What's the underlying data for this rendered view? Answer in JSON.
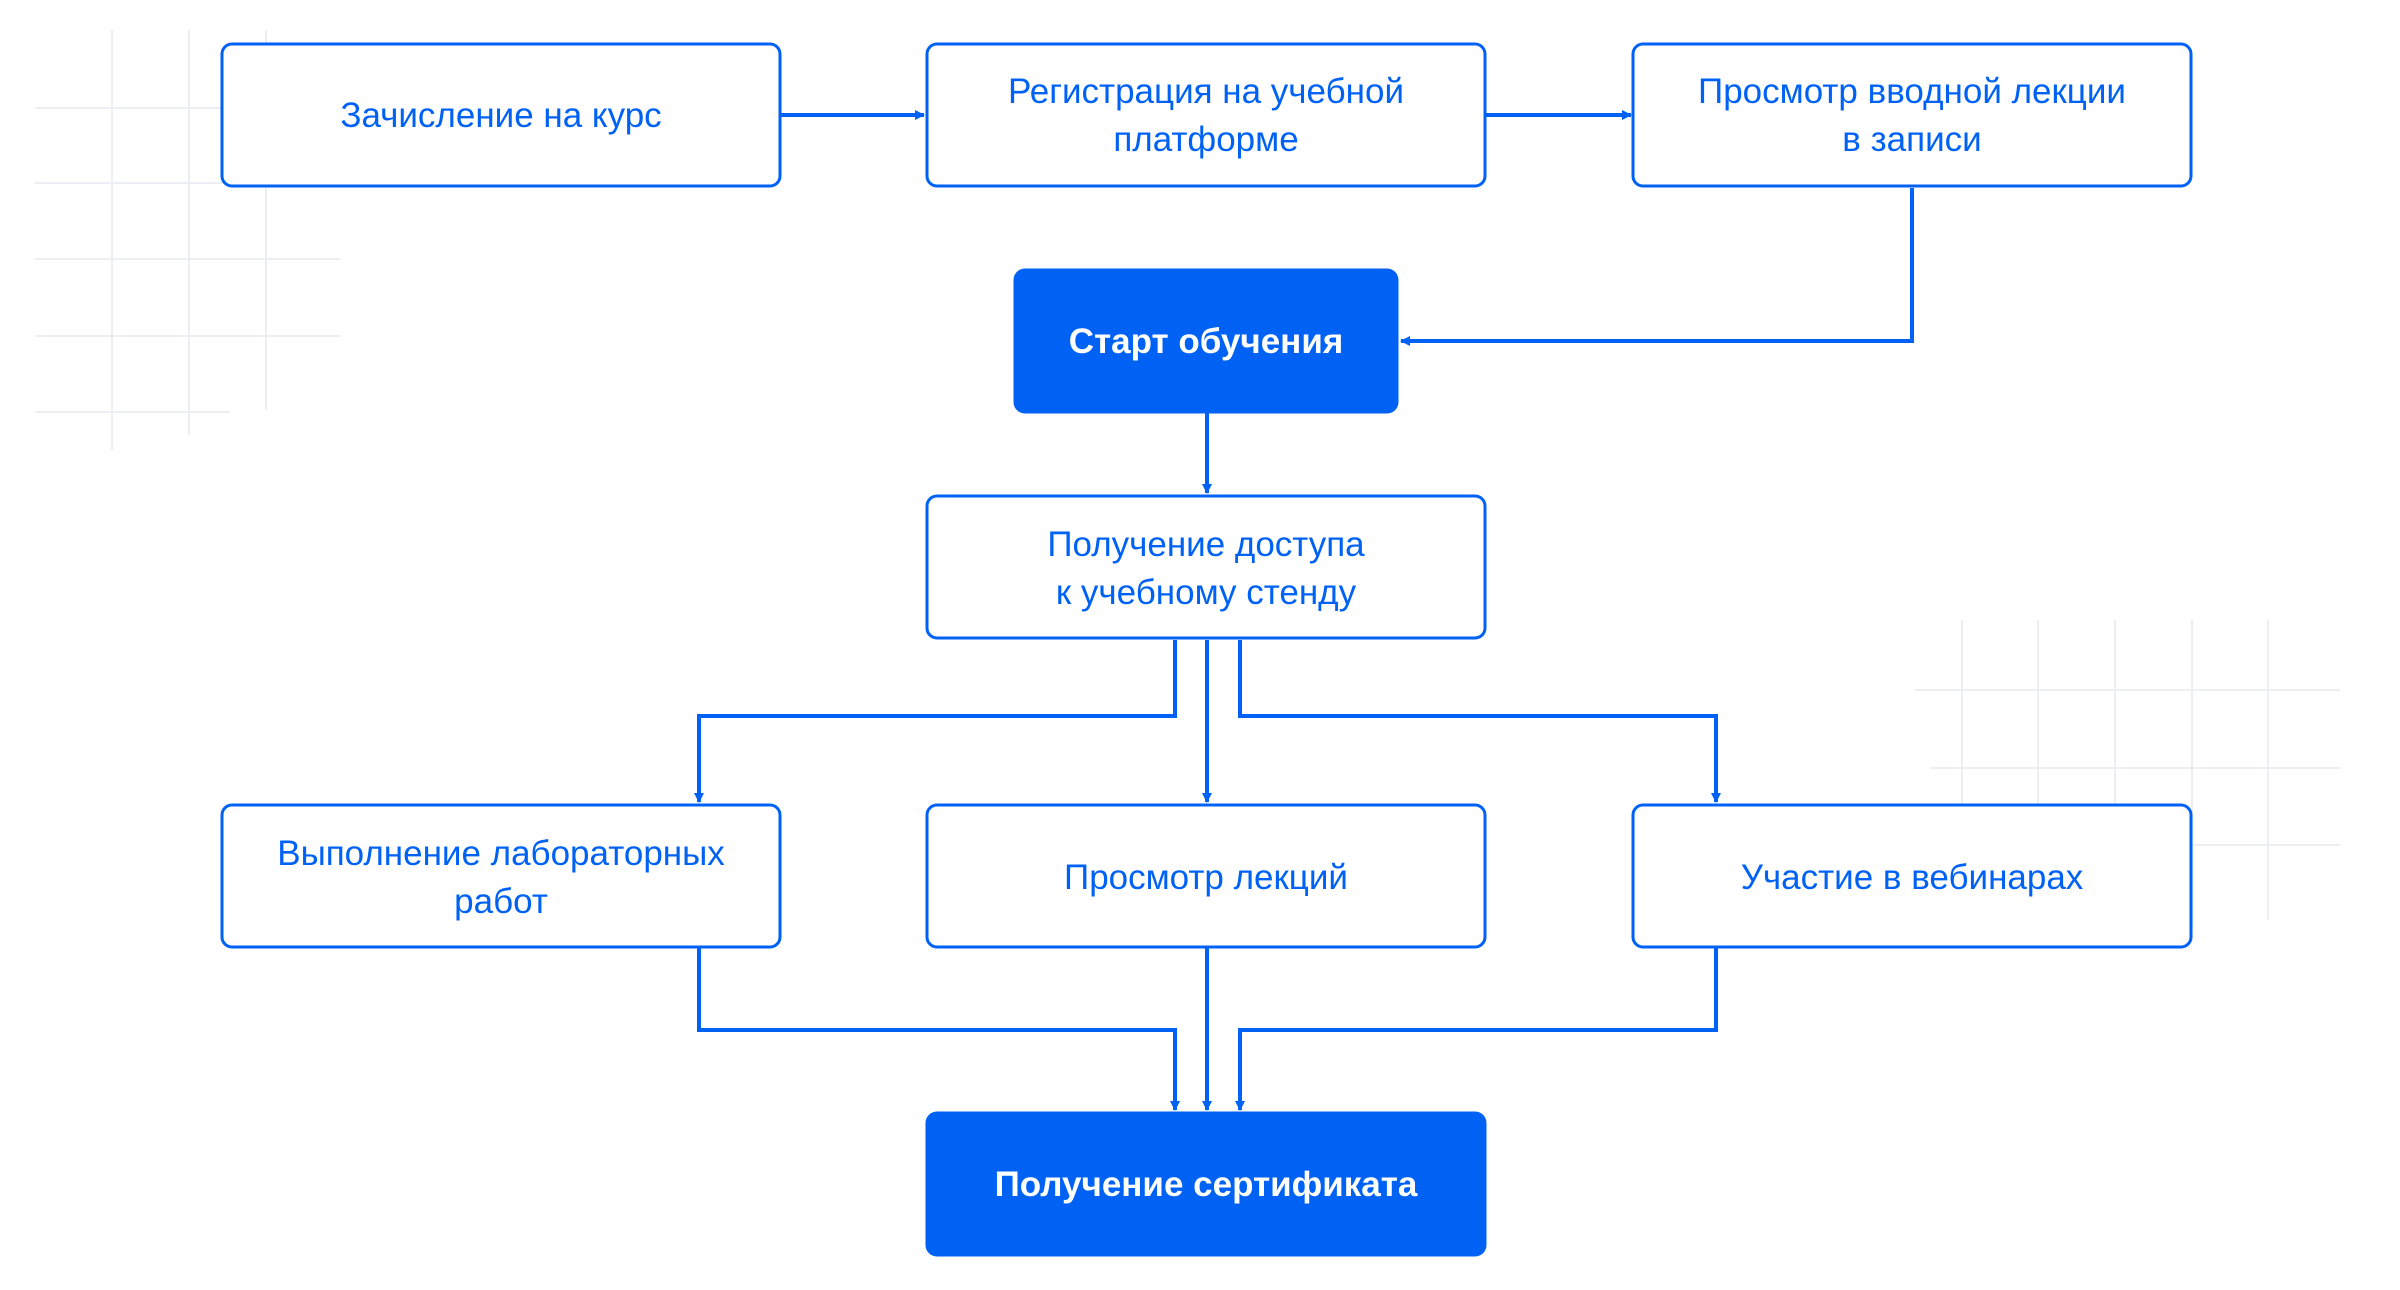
{
  "colors": {
    "accent": "#0062F5",
    "filled_text": "#FFFFFF",
    "box_fill": "#FFFFFF",
    "grid": "#ECEEF4"
  },
  "nodes": {
    "enrollment": {
      "lines": [
        "Зачисление на курс"
      ],
      "style": "outline"
    },
    "registration": {
      "lines": [
        "Регистрация на учебной",
        "платформе"
      ],
      "style": "outline"
    },
    "intro_lecture": {
      "lines": [
        "Просмотр вводной лекции",
        "в записи"
      ],
      "style": "outline"
    },
    "start": {
      "lines": [
        "Старт обучения"
      ],
      "style": "filled"
    },
    "stand_access": {
      "lines": [
        "Получение доступа",
        "к учебному стенду"
      ],
      "style": "outline"
    },
    "labs": {
      "lines": [
        "Выполнение лабораторных",
        "работ"
      ],
      "style": "outline"
    },
    "lectures": {
      "lines": [
        "Просмотр лекций"
      ],
      "style": "outline"
    },
    "webinars": {
      "lines": [
        "Участие в вебинарах"
      ],
      "style": "outline"
    },
    "certificate": {
      "lines": [
        "Получение сертификата"
      ],
      "style": "filled"
    }
  },
  "edges": [
    {
      "from": "enrollment",
      "to": "registration"
    },
    {
      "from": "registration",
      "to": "intro_lecture"
    },
    {
      "from": "intro_lecture",
      "to": "start"
    },
    {
      "from": "start",
      "to": "stand_access"
    },
    {
      "from": "stand_access",
      "to": "labs"
    },
    {
      "from": "stand_access",
      "to": "lectures"
    },
    {
      "from": "stand_access",
      "to": "webinars"
    },
    {
      "from": "labs",
      "to": "certificate"
    },
    {
      "from": "lectures",
      "to": "certificate"
    },
    {
      "from": "webinars",
      "to": "certificate"
    }
  ]
}
